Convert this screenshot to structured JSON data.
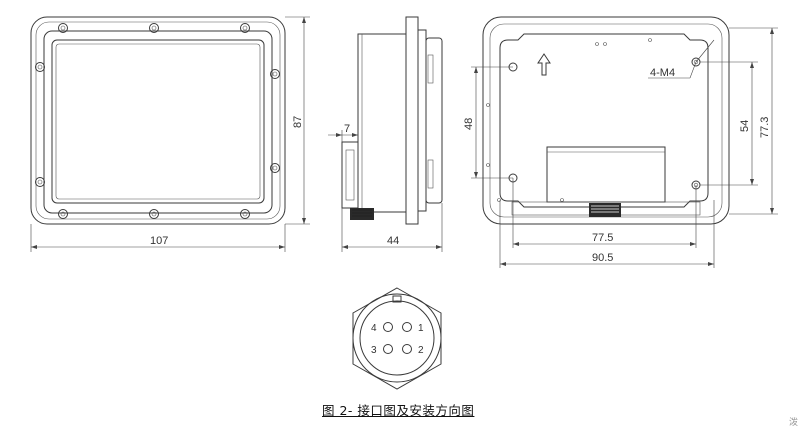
{
  "caption": "图 2-  接口图及安装方向图",
  "side_note": "泼",
  "dimensions": {
    "front_width": "107",
    "front_height": "87",
    "side_flange": "7",
    "side_depth": "44",
    "hole_spacing_v_left": "48",
    "hole_label": "4-M4",
    "hole_spacing_v_right": "54",
    "back_height": "77.3",
    "hole_spacing_h": "77.5",
    "back_width": "90.5"
  },
  "connector_pins": [
    "1",
    "2",
    "3",
    "4"
  ]
}
